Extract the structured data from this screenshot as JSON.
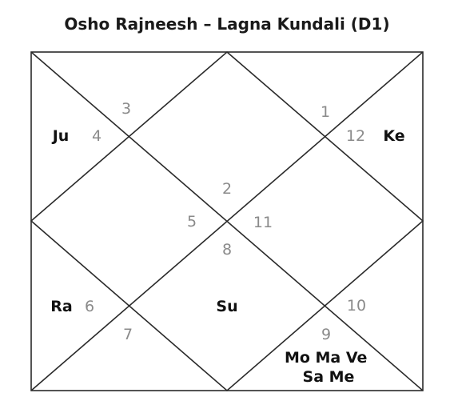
{
  "title": "Osho Rajneesh – Lagna Kundali (D1)",
  "houses": [
    {
      "number": "1",
      "planets": ""
    },
    {
      "number": "2",
      "planets": ""
    },
    {
      "number": "3",
      "planets": ""
    },
    {
      "number": "4",
      "planets": "Ju"
    },
    {
      "number": "5",
      "planets": ""
    },
    {
      "number": "6",
      "planets": "Ra"
    },
    {
      "number": "7",
      "planets": ""
    },
    {
      "number": "8",
      "planets": "Su"
    },
    {
      "number": "9",
      "planets": "Mo Ma Ve\nSa  Me"
    },
    {
      "number": "10",
      "planets": ""
    },
    {
      "number": "11",
      "planets": ""
    },
    {
      "number": "12",
      "planets": "Ke"
    }
  ]
}
